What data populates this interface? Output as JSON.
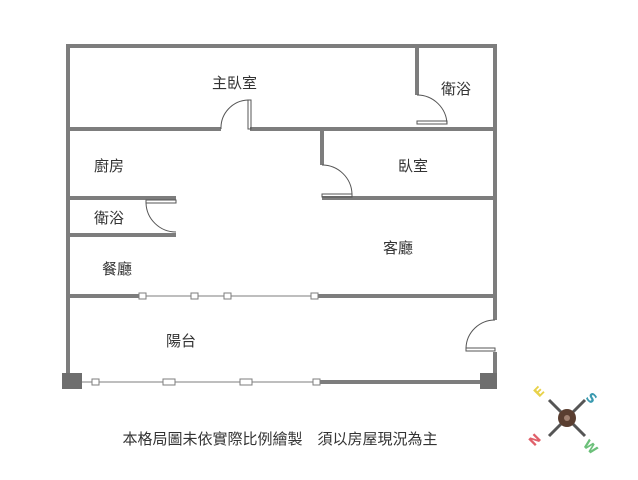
{
  "rooms": {
    "master_bedroom": "主臥室",
    "bath_top": "衛浴",
    "kitchen": "廚房",
    "bedroom": "臥室",
    "bath_left": "衛浴",
    "living_room": "客廳",
    "dining": "餐廳",
    "balcony": "陽台"
  },
  "note": "本格局圖未依實際比例繪製　須以房屋現況為主",
  "compass": {
    "n": "N",
    "e": "E",
    "s": "S",
    "w": "W",
    "colors": {
      "n": "#e0606a",
      "e": "#e8d24a",
      "s": "#3a9ab0",
      "w": "#6cc07a"
    }
  },
  "wall_color": "#7d7d7d"
}
